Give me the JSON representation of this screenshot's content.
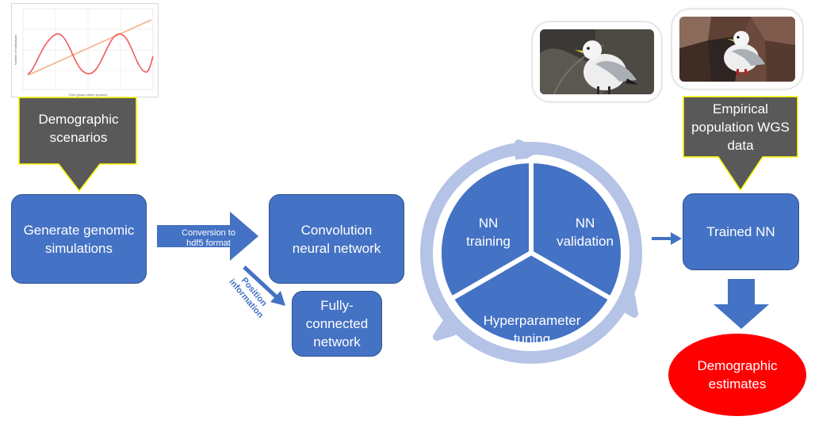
{
  "demographic_scenarios": "Demographic scenarios",
  "generate_simulations": "Generate genomic simulations",
  "conversion_note": "Conversion to hdf5 format",
  "position_note": "Position information",
  "convolution_nn": "Convolution neural network",
  "fully_connected": "Fully-connected network",
  "cycle": {
    "training": "NN training",
    "validation": "NN validation",
    "tuning": "Hyperparameter tuning"
  },
  "trained_nn": "Trained NN",
  "empirical_data": "Empirical population WGS data",
  "demographic_estimates": "Demographic estimates",
  "mini_chart": {
    "x_axis_label": "Time (years before present)",
    "y_axis_label": "Number of individuals"
  },
  "colors": {
    "box_blue": "#4472c4",
    "arrow_blue": "#4472c4",
    "cycle_ring": "#b4c3e6",
    "gray_callout": "#595959",
    "callout_border": "#ffff00",
    "estimate_red": "#ff0000",
    "sine_line": "#f25c5c",
    "linear_line": "#f4b183"
  },
  "icons": {
    "bird_photo_1": "kittiwake-photo-icon",
    "bird_photo_2": "kittiwake-photo-icon"
  }
}
